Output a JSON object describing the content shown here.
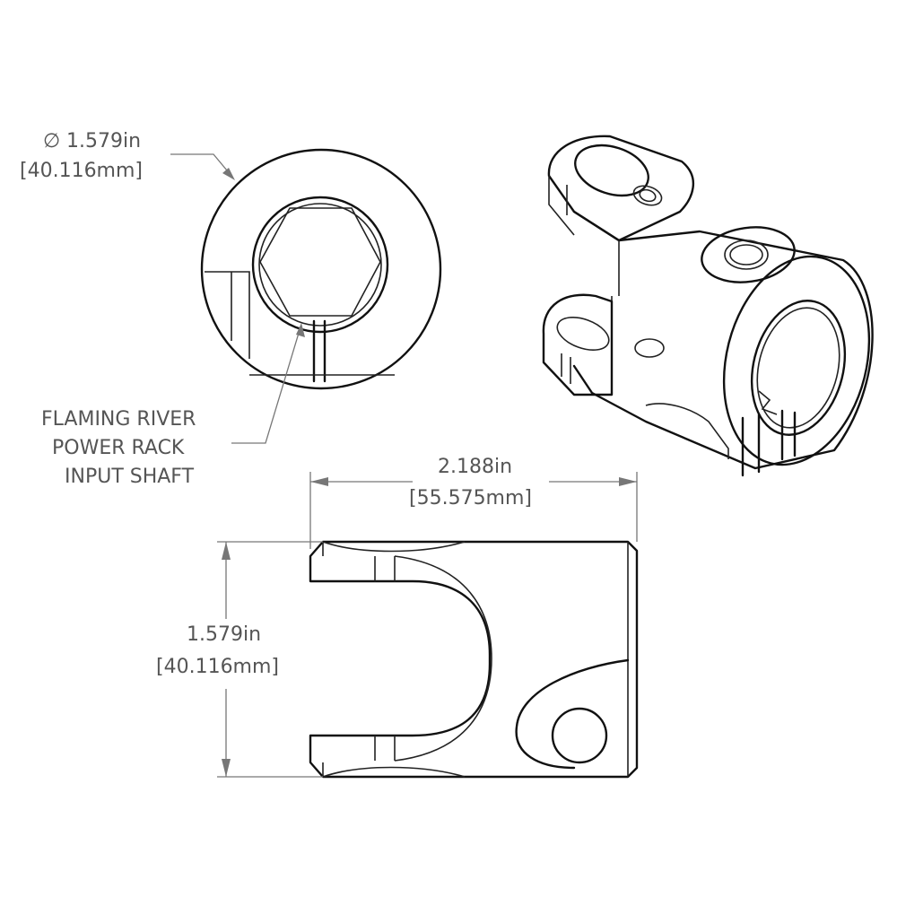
{
  "colors": {
    "line": "#111111",
    "dimension": "#777777",
    "text": "#555555",
    "background": "#ffffff"
  },
  "icons": {
    "diameter": "diameter-symbol"
  },
  "callouts": {
    "diameter": {
      "symbol": "∅",
      "value_in": "1.579in",
      "value_mm": "[40.116mm]"
    },
    "shaft": {
      "line1": "FLAMING RIVER",
      "line2": "POWER RACK",
      "line3": "INPUT SHAFT"
    }
  },
  "dimensions": {
    "width": {
      "value_in": "2.188in",
      "value_mm": "[55.575mm]"
    },
    "height": {
      "value_in": "1.579in",
      "value_mm": "[40.116mm]"
    }
  }
}
